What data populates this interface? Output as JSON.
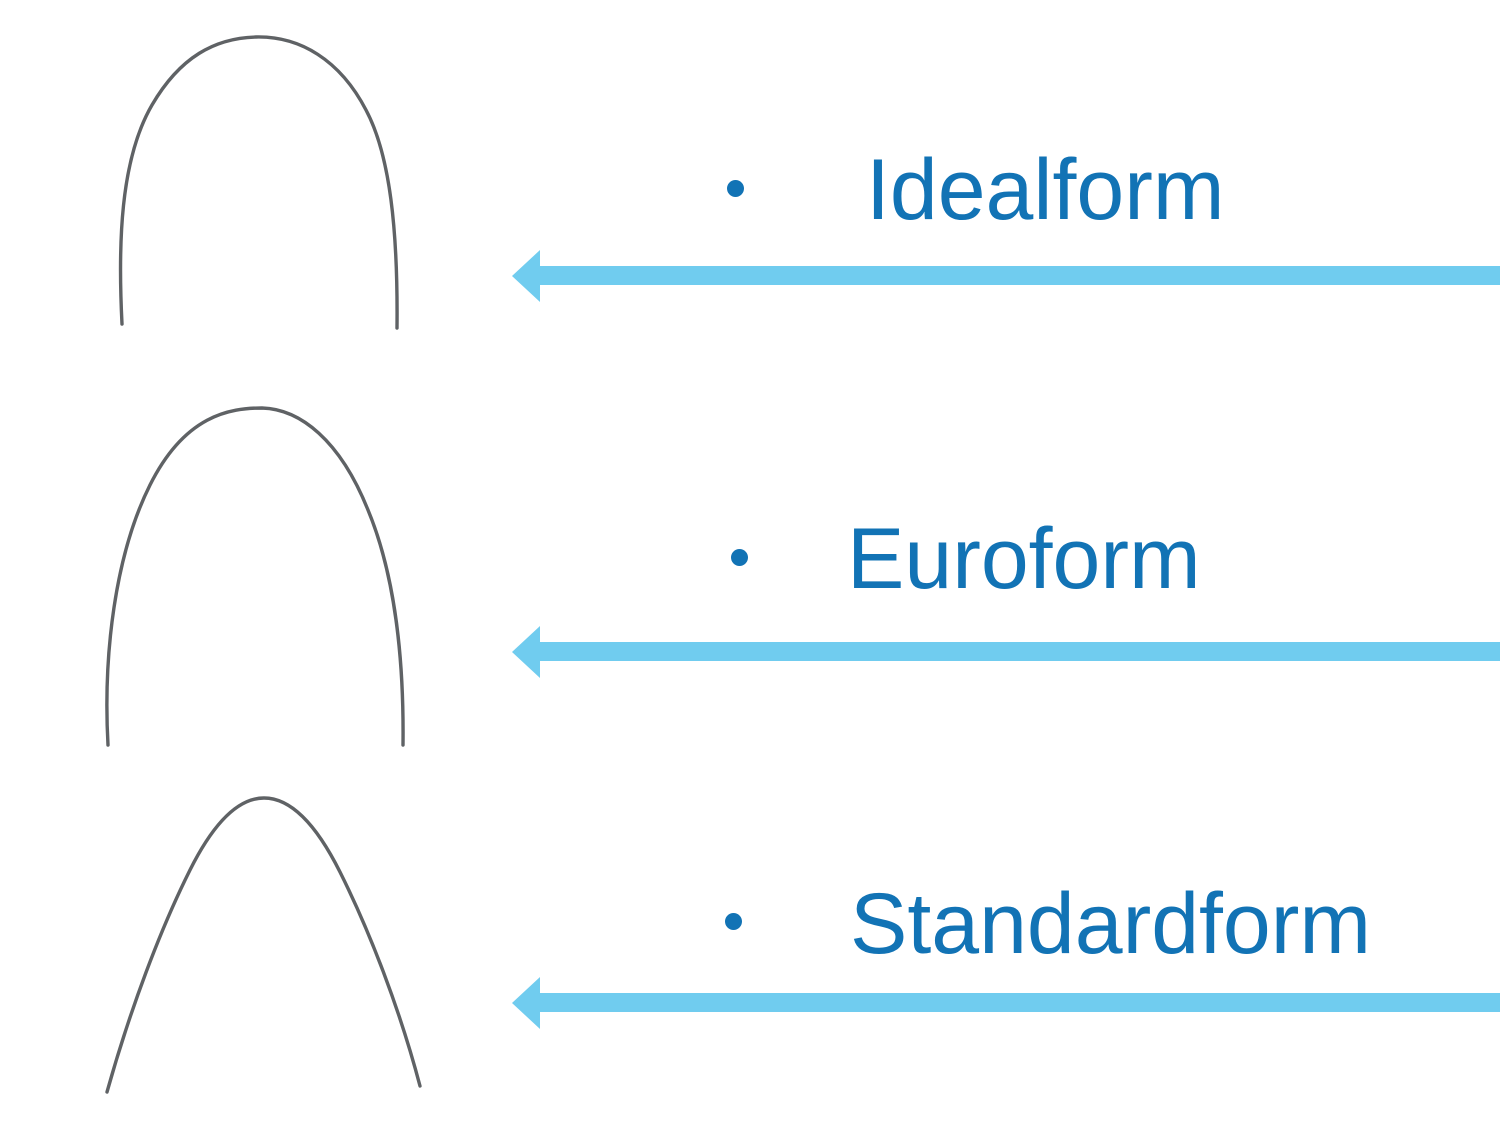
{
  "slide": {
    "colors": {
      "background": "#ffffff",
      "label_text": "#1273b5",
      "bullet": "#1273b5",
      "arrow": "#70ccef",
      "wire": "#5f6265"
    },
    "items": [
      {
        "label": "Idealform"
      },
      {
        "label": "Euroform"
      },
      {
        "label": "Standardform"
      }
    ]
  }
}
